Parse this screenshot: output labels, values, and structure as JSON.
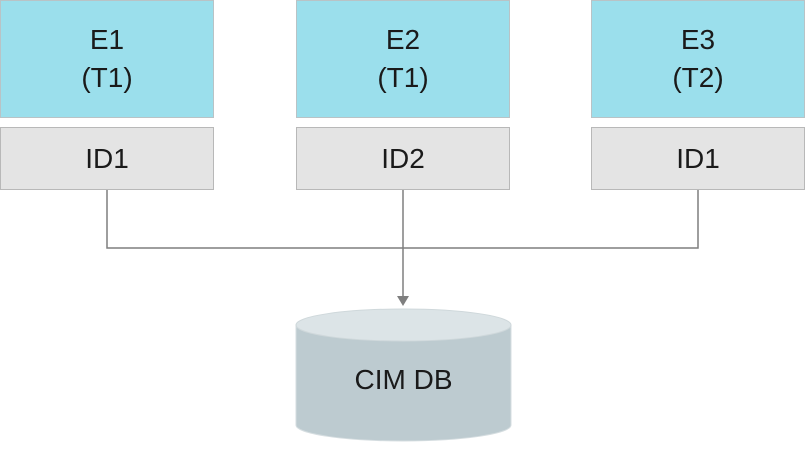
{
  "entities": [
    {
      "name": "E1",
      "type": "(T1)",
      "id": "ID1"
    },
    {
      "name": "E2",
      "type": "(T1)",
      "id": "ID2"
    },
    {
      "name": "E3",
      "type": "(T2)",
      "id": "ID1"
    }
  ],
  "database": {
    "label": "CIM DB"
  },
  "colors": {
    "entity_fill": "#9bdfec",
    "id_fill": "#e4e4e4",
    "db_fill": "#bdcbd0",
    "connector": "#7f7f7f"
  }
}
